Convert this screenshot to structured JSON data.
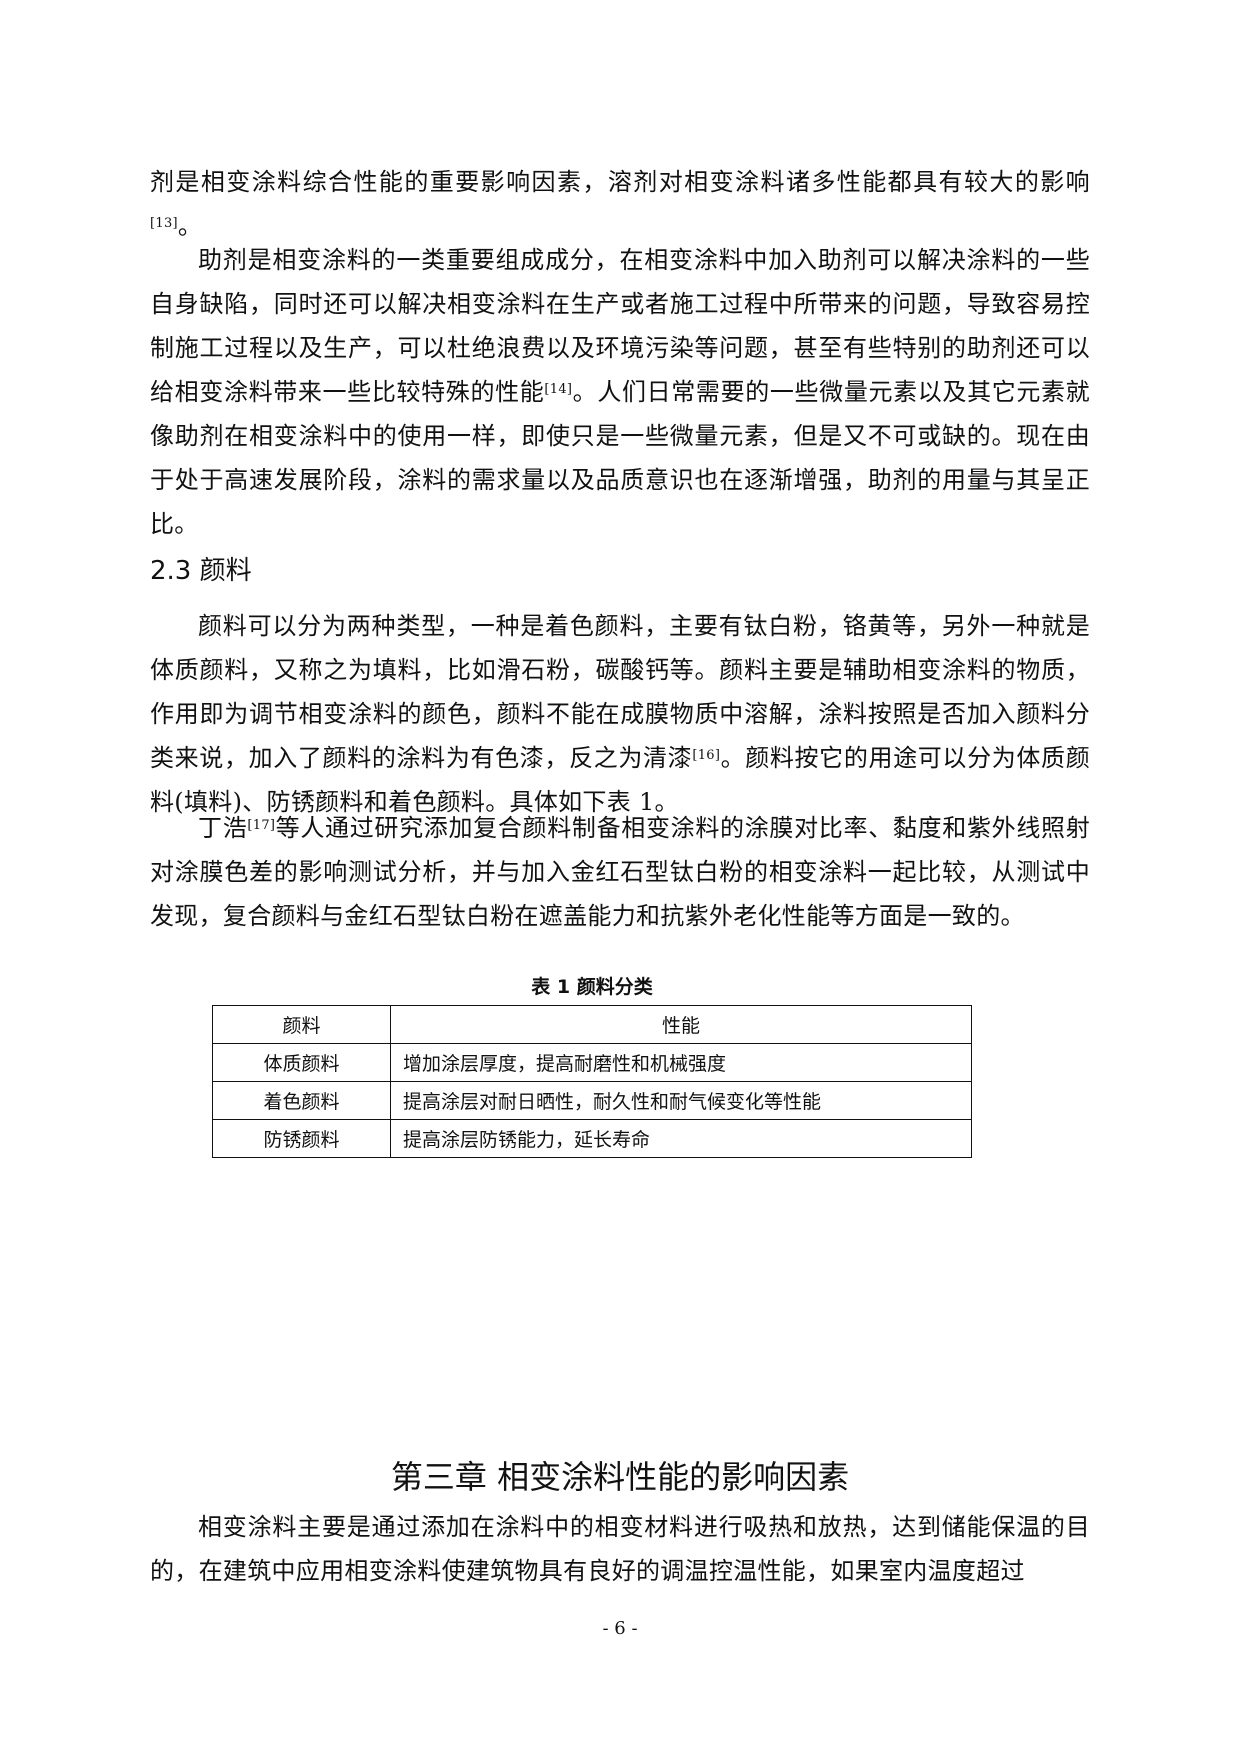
{
  "para_top": {
    "text": "剂是相变涂料综合性能的重要影响因素，溶剂对相变涂料诸多性能都具有较大的影响",
    "ref": "[13]",
    "tail": "。"
  },
  "para_additive": {
    "t1": "助剂是相变涂料的一类重要组成成分，在相变涂料中加入助剂可以解决涂料的一些自身缺陷，同时还可以解决相变涂料在生产或者施工过程中所带来的问题，导致容易控制施工过程以及生产，可以杜绝浪费以及环境污染等问题，甚至有些特别的助剂还可以给相变涂料带来一些比较特殊的性能",
    "ref": "[14]",
    "t2": "。人们日常需要的一些微量元素以及其它元素就像助剂在相变涂料中的使用一样，即使只是一些微量元素，但是又不可或缺的。现在由于处于高速发展阶段，涂料的需求量以及品质意识也在逐渐增强，助剂的用量与其呈正比。"
  },
  "section_heading": "2.3 颜料",
  "para_pigment": {
    "t1": "颜料可以分为两种类型，一种是着色颜料，主要有钛白粉，铬黄等，另外一种就是体质颜料，又称之为填料，比如滑石粉，碳酸钙等。颜料主要是辅助相变涂料的物质，作用即为调节相变涂料的颜色，颜料不能在成膜物质中溶解，涂料按照是否加入颜料分类来说，加入了颜料的涂料为有色漆，反之为清漆",
    "ref": "[16]",
    "t2": "。颜料按它的用途可以分为体质颜料(填料)、防锈颜料和着色颜料。具体如下表 1。"
  },
  "para_dinghao": {
    "t1": "丁浩",
    "ref": "[17]",
    "t2": "等人通过研究添加复合颜料制备相变涂料的涂膜对比率、黏度和紫外线照射对涂膜色差的影响测试分析，并与加入金红石型钛白粉的相变涂料一起比较，从测试中发现，复合颜料与金红石型钛白粉在遮盖能力和抗紫外老化性能等方面是一致的。"
  },
  "table": {
    "caption": "表 1  颜料分类",
    "headers": [
      "颜料",
      "性能"
    ],
    "rows": [
      [
        "体质颜料",
        "增加涂层厚度，提高耐磨性和机械强度"
      ],
      [
        "着色颜料",
        "提高涂层对耐日晒性，耐久性和耐气候变化等性能"
      ],
      [
        "防锈颜料",
        "提高涂层防锈能力，延长寿命"
      ]
    ]
  },
  "chapter_title": "第三章  相变涂料性能的影响因素",
  "para_chapter": "相变涂料主要是通过添加在涂料中的相变材料进行吸热和放热，达到储能保温的目的，在建筑中应用相变涂料使建筑物具有良好的调温控温性能，如果室内温度超过",
  "page_number": "- 6 -"
}
